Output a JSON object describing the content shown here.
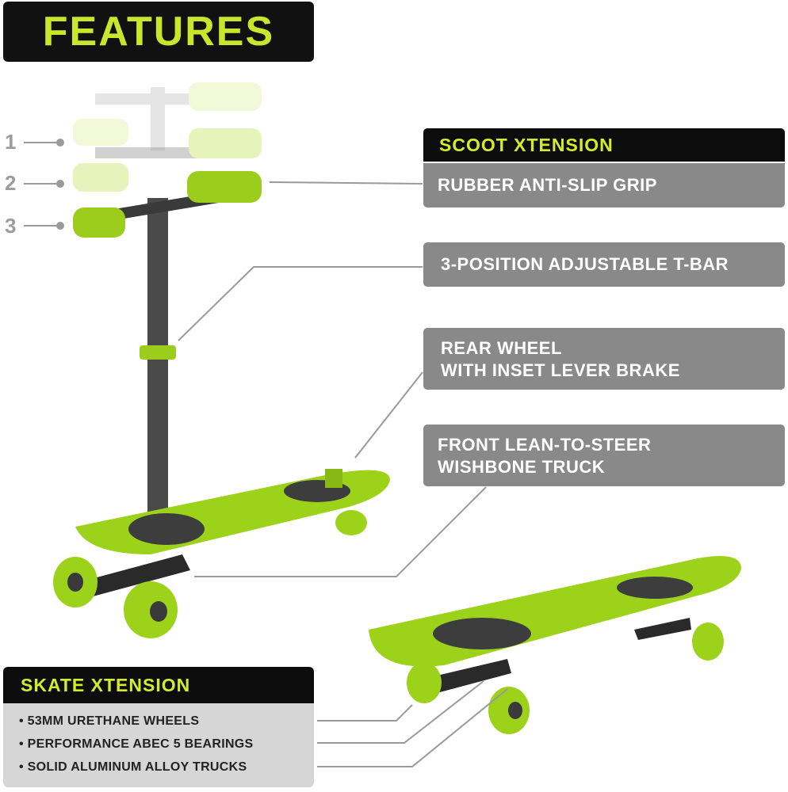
{
  "features_title": "FEATURES",
  "scoot": {
    "header": "SCOOT XTENSION",
    "callouts": [
      {
        "line1": "RUBBER ANTI-SLIP GRIP",
        "line2": ""
      },
      {
        "line1": "3-POSITION ADJUSTABLE T-BAR",
        "line2": ""
      },
      {
        "line1": "REAR WHEEL",
        "line2": "WITH INSET LEVER BRAKE"
      },
      {
        "line1": "FRONT LEAN-TO-STEER",
        "line2": "WISHBONE TRUCK"
      }
    ]
  },
  "positions": [
    "1",
    "2",
    "3"
  ],
  "skate": {
    "header": "SKATE XTENSION",
    "items": [
      "• 53MM URETHANE WHEELS",
      "• PERFORMANCE ABEC 5 BEARINGS",
      "• SOLID ALUMINUM ALLOY TRUCKS"
    ]
  },
  "colors": {
    "accent": "#c7e62c",
    "dark": "#111111",
    "callout_gray": "#898989",
    "board_green": "#9cd21a"
  }
}
